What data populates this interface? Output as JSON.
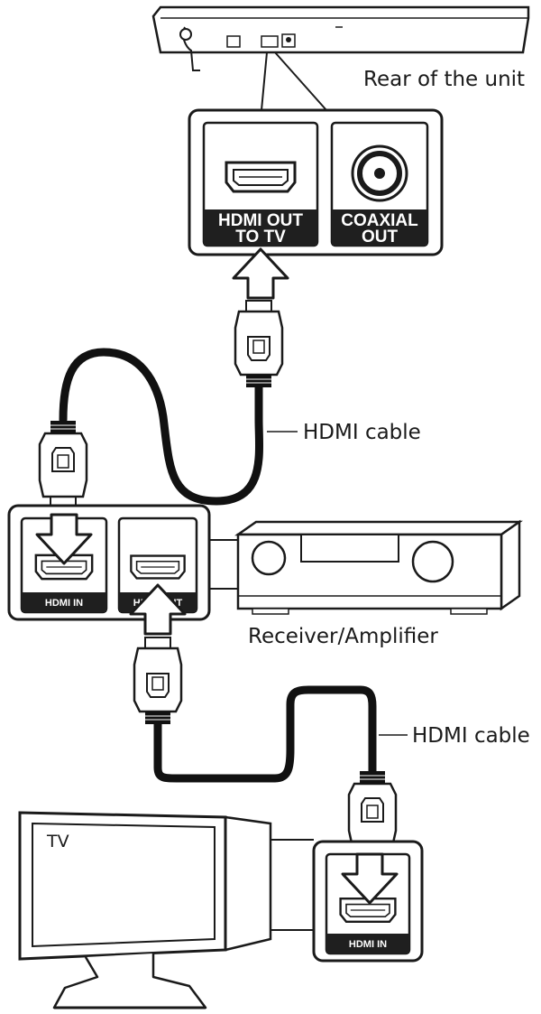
{
  "labels": {
    "rear_of_unit": "Rear of the unit",
    "hdmi_cable_top": "HDMI cable",
    "hdmi_cable_bottom": "HDMI cable",
    "receiver": "Receiver/Amplifier",
    "tv": "TV"
  },
  "ports": {
    "player_hdmi_out_line1": "HDMI OUT",
    "player_hdmi_out_line2": "TO TV",
    "player_coaxial_line1": "COAXIAL",
    "player_coaxial_line2": "OUT",
    "receiver_hdmi_in": "HDMI IN",
    "receiver_hdmi_out": "HDMI OUT",
    "tv_hdmi_in": "HDMI IN"
  },
  "colors": {
    "line": "#1a1a1a",
    "label_bar": "#1f1f1f",
    "cable": "#111111"
  }
}
